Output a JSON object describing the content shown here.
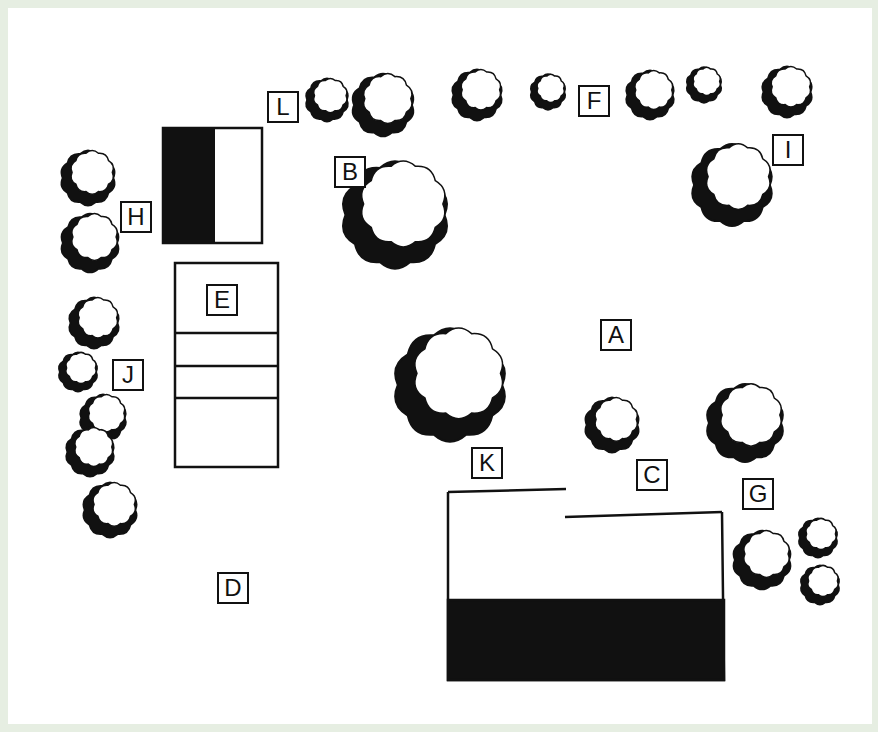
{
  "diagram": {
    "nodes": [
      {
        "text": [
          "L"
        ]
      },
      {
        "text": [
          "F"
        ]
      },
      {
        "text": [
          "I"
        ]
      },
      {
        "text": [
          "B"
        ]
      },
      {
        "text": [
          "H"
        ]
      },
      {
        "text": [
          "E"
        ]
      },
      {
        "text": [
          "A"
        ]
      },
      {
        "text": [
          "J"
        ]
      },
      {
        "text": [
          "K"
        ]
      },
      {
        "text": [
          "C"
        ]
      },
      {
        "text": [
          "G"
        ]
      },
      {
        "text": [
          "D"
        ]
      }
    ]
  }
}
